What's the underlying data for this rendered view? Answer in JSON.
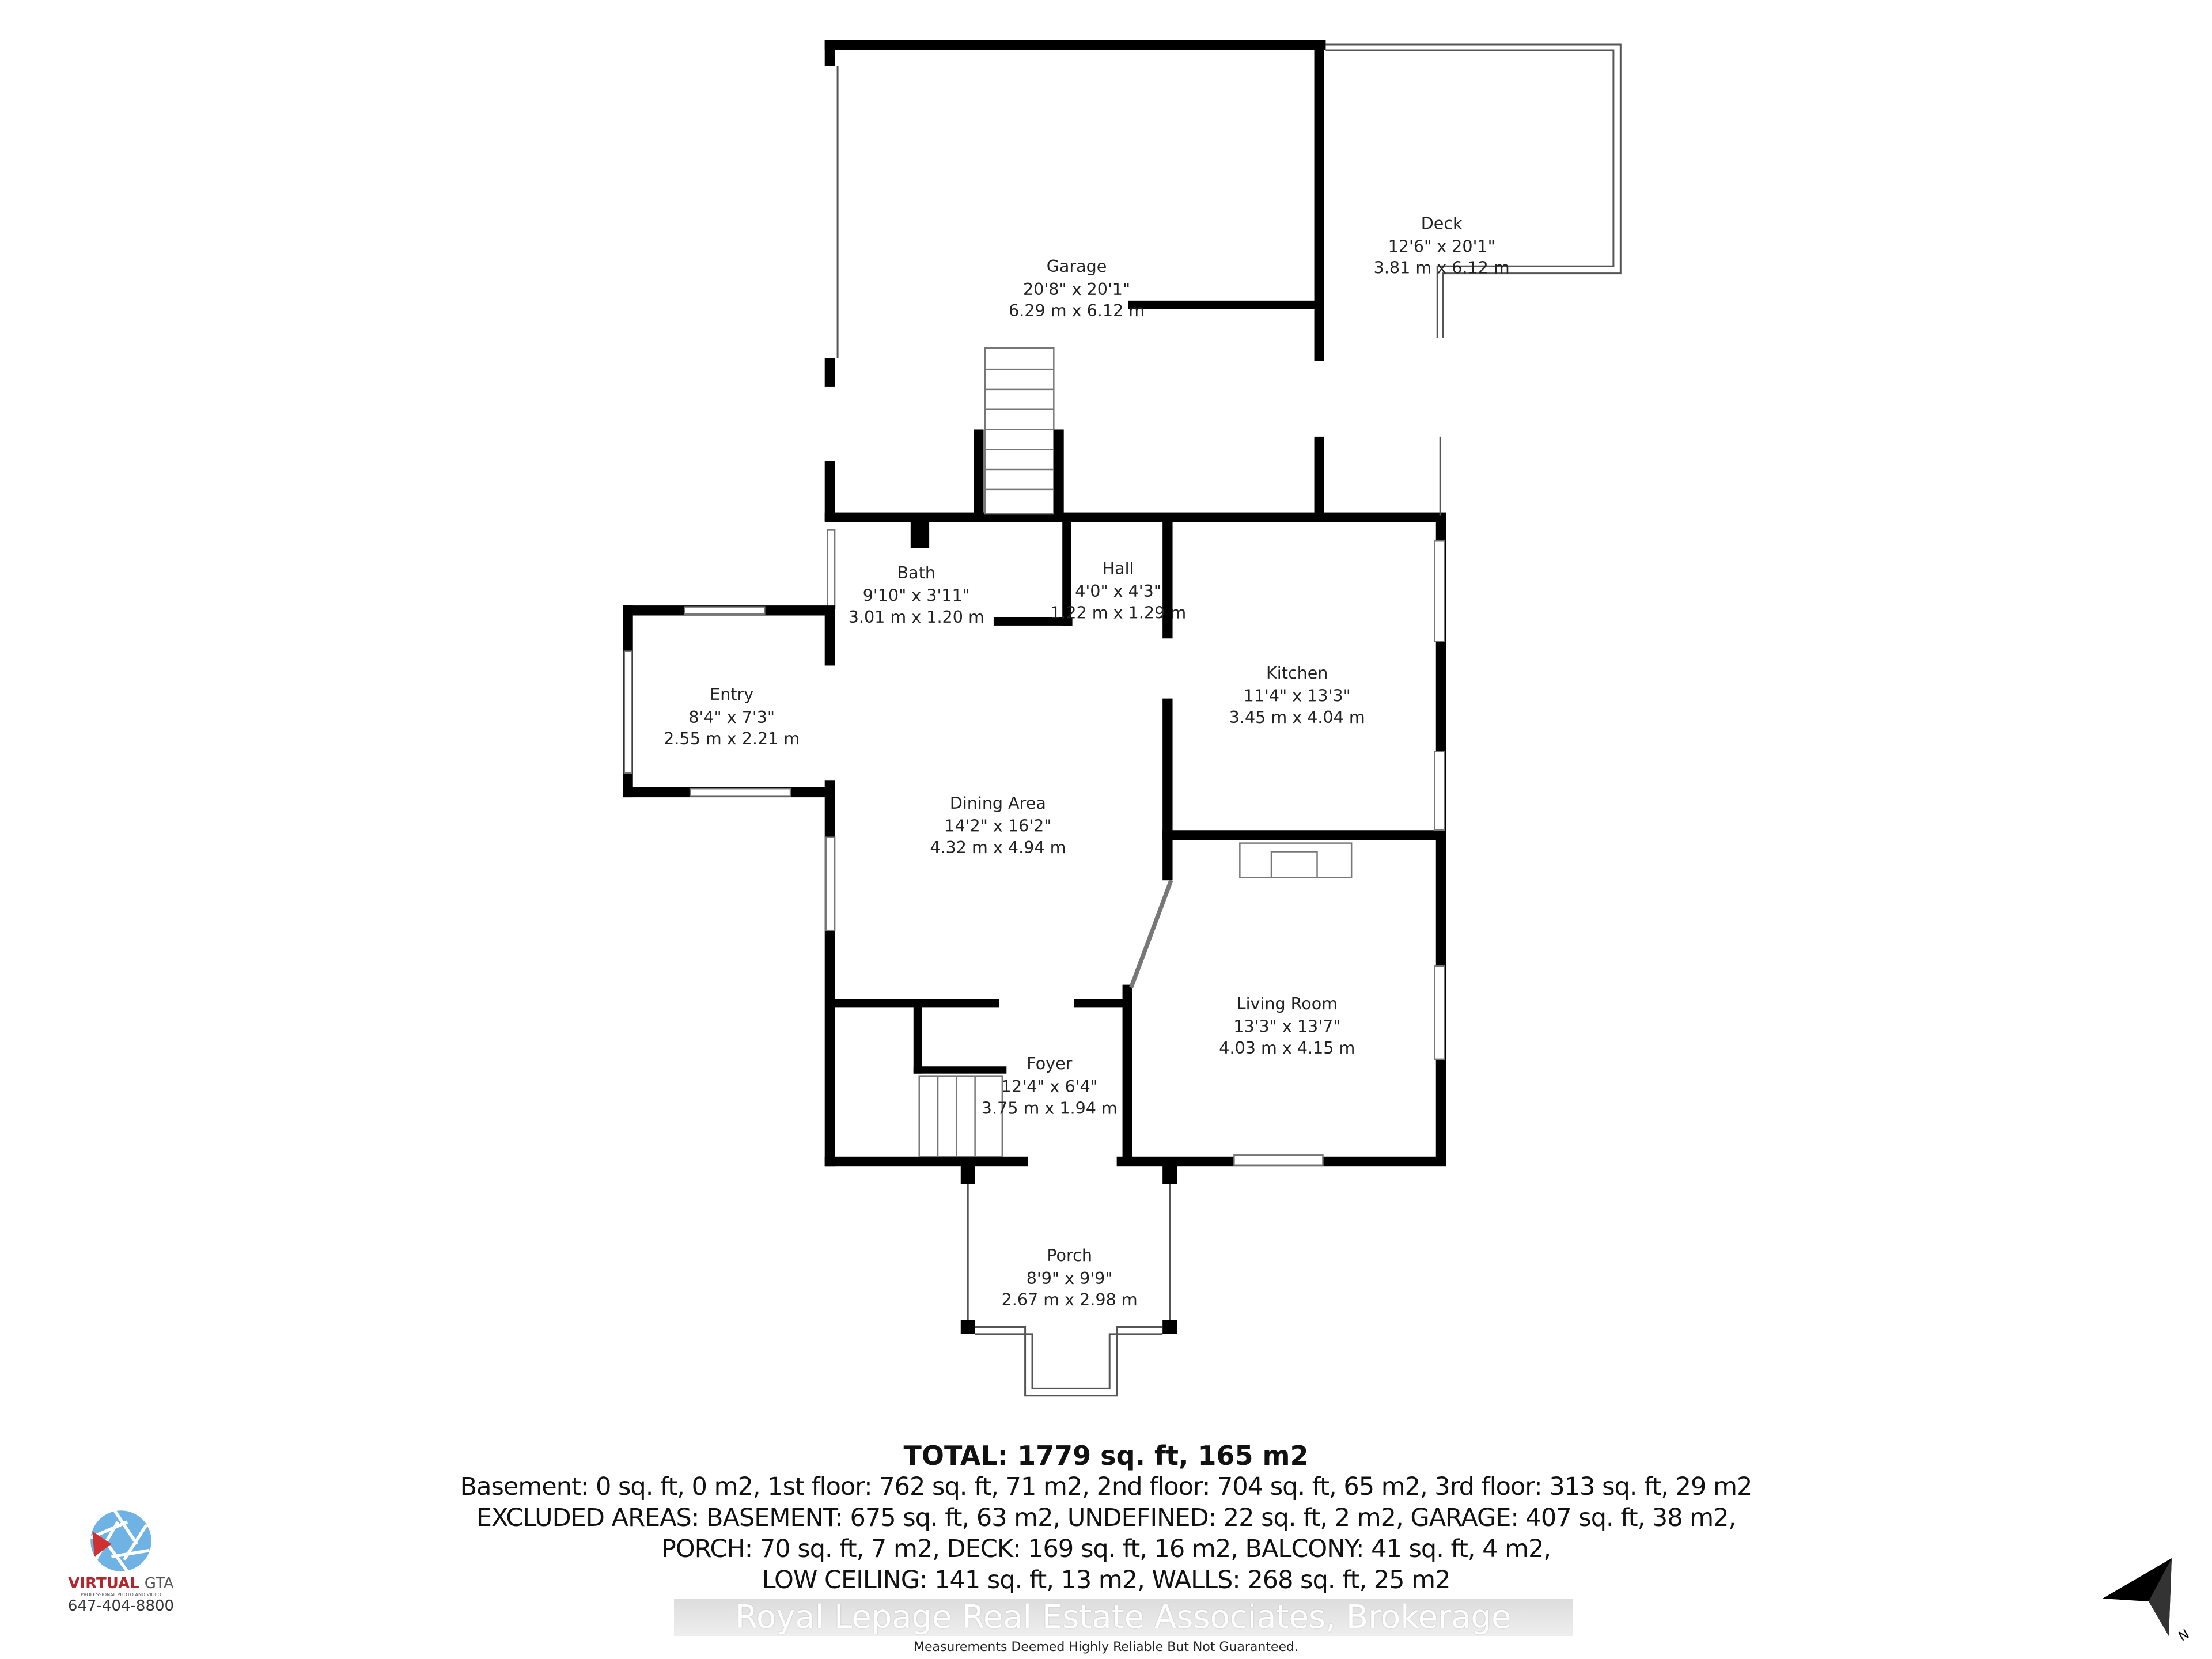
{
  "rooms": [
    {
      "name": "Garage",
      "imperial": "20'8\" x 20'1\"",
      "metric": "6.29 m x 6.12 m"
    },
    {
      "name": "Deck",
      "imperial": "12'6\" x 20'1\"",
      "metric": "3.81 m x 6.12 m"
    },
    {
      "name": "Bath",
      "imperial": "9'10\" x 3'11\"",
      "metric": "3.01 m x 1.20 m"
    },
    {
      "name": "Hall",
      "imperial": "4'0\" x 4'3\"",
      "metric": "1.22 m x 1.29 m"
    },
    {
      "name": "Kitchen",
      "imperial": "11'4\" x 13'3\"",
      "metric": "3.45 m x 4.04 m"
    },
    {
      "name": "Entry",
      "imperial": "8'4\" x 7'3\"",
      "metric": "2.55 m x 2.21 m"
    },
    {
      "name": "Dining Area",
      "imperial": "14'2\" x 16'2\"",
      "metric": "4.32 m x 4.94 m"
    },
    {
      "name": "Living Room",
      "imperial": "13'3\" x 13'7\"",
      "metric": "4.03 m x 4.15 m"
    },
    {
      "name": "Foyer",
      "imperial": "12'4\" x 6'4\"",
      "metric": "3.75 m x 1.94 m"
    },
    {
      "name": "Porch",
      "imperial": "8'9\" x 9'9\"",
      "metric": "2.67 m x 2.98 m"
    }
  ],
  "summary": {
    "total": "TOTAL: 1779 sq. ft, 165 m2",
    "lines": [
      "Basement: 0 sq. ft, 0 m2, 1st floor: 762 sq. ft, 71 m2, 2nd floor: 704 sq. ft, 65 m2, 3rd floor: 313 sq. ft, 29 m2",
      "EXCLUDED AREAS: BASEMENT: 675 sq. ft, 63 m2, UNDEFINED: 22 sq. ft, 2 m2, GARAGE: 407 sq. ft, 38 m2,",
      "PORCH: 70 sq. ft, 7 m2, DECK: 169 sq. ft, 16 m2, BALCONY: 41 sq. ft, 4 m2,",
      "LOW CEILING: 141 sq. ft, 13 m2, WALLS: 268 sq. ft, 25 m2"
    ]
  },
  "watermark": "Royal Lepage Real Estate Associates, Brokerage",
  "disclaimer": "Measurements Deemed Highly Reliable But Not Guaranteed.",
  "logo": {
    "brand_a": "VIRTUAL",
    "brand_b": "GTA",
    "tagline": "PROFESSIONAL PHOTO AND VIDEO",
    "phone": "647-404-8800",
    "colors": {
      "blue": "#6fb3e4",
      "red": "#d0302f"
    }
  },
  "compass": {
    "label": "N",
    "icon": "north-arrow-icon"
  }
}
